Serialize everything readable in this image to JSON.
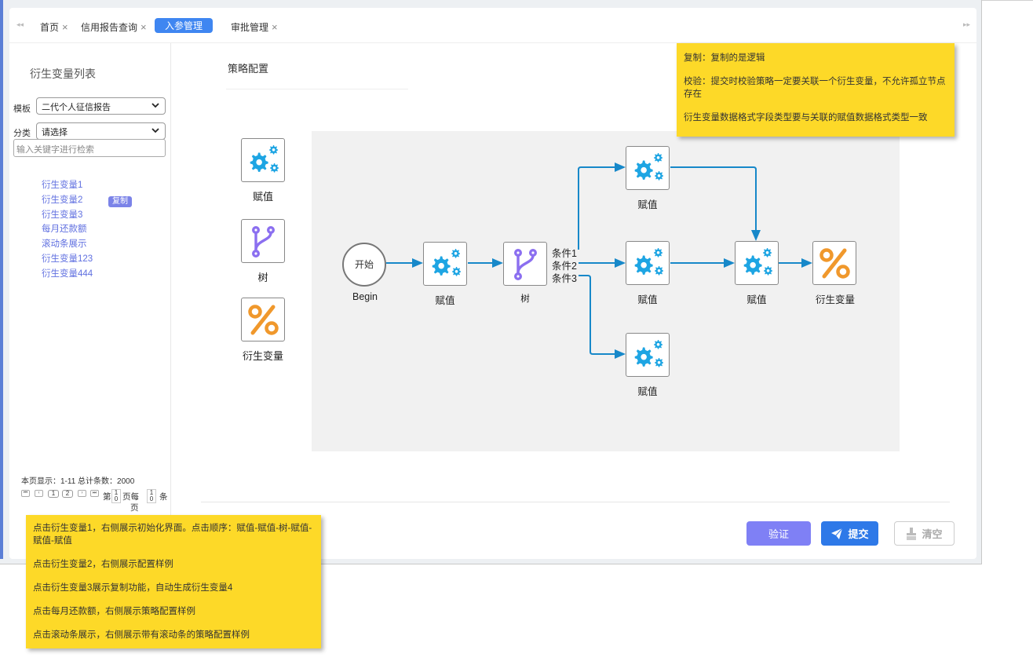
{
  "tabs": [
    {
      "label": "首页",
      "closable": true,
      "active": false
    },
    {
      "label": "信用报告查询",
      "closable": true,
      "active": false
    },
    {
      "label": "入参管理",
      "closable": false,
      "active": true
    },
    {
      "label": "审批管理",
      "closable": true,
      "active": false
    }
  ],
  "tab_close_glyph": "×",
  "sidebar": {
    "title": "衍生变量列表",
    "template_label": "模板",
    "template_value": "二代个人征信报告",
    "category_label": "分类",
    "category_value": "请选择",
    "search_placeholder": "输入关键字进行检索",
    "items": [
      "衍生变量1",
      "衍生变量2",
      "衍生变量3",
      "每月还款额",
      "滚动条展示",
      "衍生变量123",
      "衍生变量444"
    ],
    "copy_badge": "复制",
    "pager_info": "本页显示：1-11  总计条数：2000",
    "pager": {
      "page1": "1",
      "page2": "2",
      "goto_prefix": "第",
      "goto_value": "1",
      "goto_zero": "0",
      "goto_suffix": "页每",
      "goto_suffix2": "页",
      "per_value": "1",
      "per_zero": "0",
      "per_suffix": "条"
    }
  },
  "main": {
    "title": "策略配置",
    "palette": [
      {
        "label": "赋值",
        "icon": "gears-icon"
      },
      {
        "label": "树",
        "icon": "branch-icon"
      },
      {
        "label": "衍生变量",
        "icon": "percent-icon"
      }
    ],
    "flow": {
      "start_text": "开始",
      "start_label": "Begin",
      "node_assign": "赋值",
      "node_tree": "树",
      "node_derived": "衍生变量",
      "conditions": [
        "条件1",
        "条件2",
        "条件3"
      ]
    },
    "buttons": {
      "verify": "验证",
      "submit": "提交",
      "clear": "清空"
    }
  },
  "notes": {
    "top": [
      "复制：复制的是逻辑",
      "校验：提交时校验策略一定要关联一个衍生变量，不允许孤立节点存在",
      "衍生变量数据格式字段类型要与关联的赋值数据格式类型一致"
    ],
    "bottom": [
      "点击衍生变量1，右侧展示初始化界面。点击顺序：赋值-赋值-树-赋值-赋值-赋值",
      "点击衍生变量2，右侧展示配置样例",
      "点击衍生变量3展示复制功能，自动生成衍生变量4",
      "点击每月还款额，右侧展示策略配置样例",
      "点击滚动条展示，右侧展示带有滚动条的策略配置样例"
    ]
  },
  "colors": {
    "accent": "#3f86f1",
    "gear": "#1ea5e3",
    "branch": "#8b6ff0",
    "percent": "#f0982c",
    "note": "#fdd928"
  }
}
